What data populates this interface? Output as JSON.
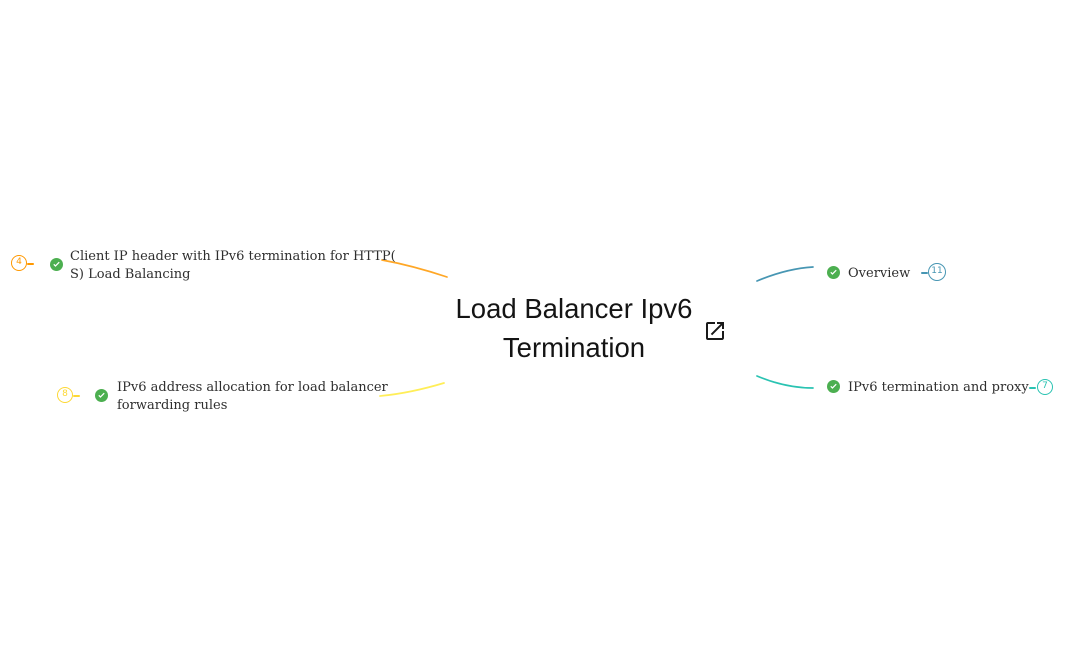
{
  "root": {
    "title_lines": [
      "Load Balancer Ipv6",
      "Termination"
    ],
    "open_link_icon": "open-in-new"
  },
  "colors": {
    "background": "#ffffff",
    "check_green": "#4caf50",
    "orange": "#ff9800",
    "orange_edge": "#ffa726",
    "yellow": "#fdd835",
    "yellow_edge": "#ffee58",
    "blue_teal": "#4796b3",
    "turquoise": "#2ac3b2",
    "label_text": "#2e2e2e",
    "title_text": "#141414"
  },
  "nodes": [
    {
      "id": "client-ip-header",
      "side": "left",
      "badge": "4",
      "color": "#ff9800",
      "status_icon": "check-circle",
      "label_lines": [
        "Client IP header with IPv6 termination for HTTP(",
        "S) Load Balancing"
      ]
    },
    {
      "id": "ipv6-address-allocation",
      "side": "left",
      "badge": "8",
      "color": "#fdd835",
      "status_icon": "check-circle",
      "label_lines": [
        "IPv6 address allocation for load balancer",
        "forwarding rules"
      ]
    },
    {
      "id": "overview",
      "side": "right",
      "badge": "11",
      "color": "#4796b3",
      "status_icon": "check-circle",
      "label_lines": [
        "Overview"
      ]
    },
    {
      "id": "ipv6-termination-and-proxy",
      "side": "right",
      "badge": "7",
      "color": "#2ac3b2",
      "status_icon": "check-circle",
      "label_lines": [
        "IPv6 termination and proxy"
      ]
    }
  ]
}
